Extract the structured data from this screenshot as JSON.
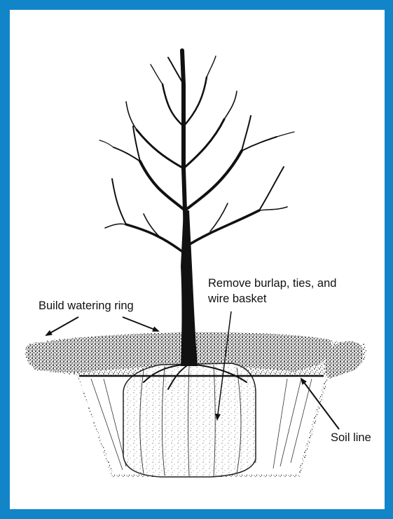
{
  "colors": {
    "frame": "#1284c8",
    "ink": "#111111",
    "paper": "#ffffff"
  },
  "labels": {
    "watering_ring": "Build watering ring",
    "remove_line1": "Remove burlap, ties, and",
    "remove_line2": "wire basket",
    "soil_line": "Soil line"
  }
}
